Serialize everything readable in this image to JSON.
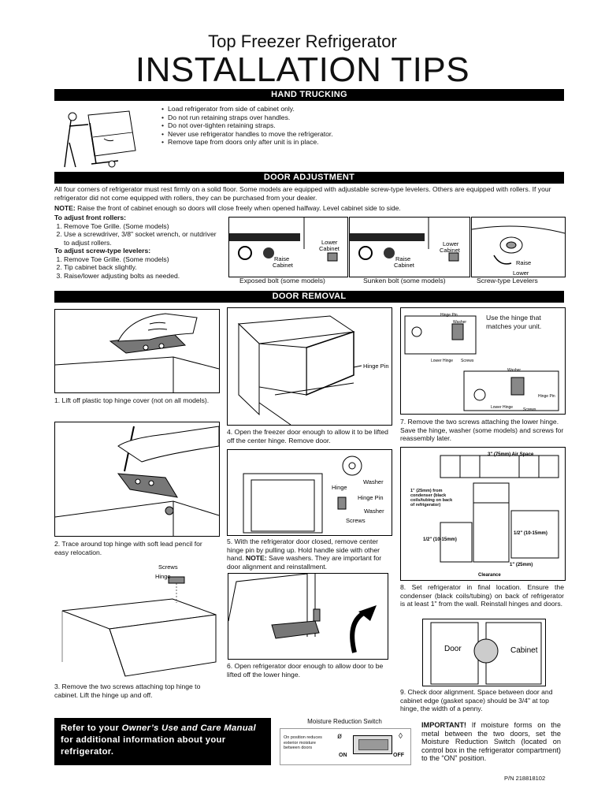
{
  "header": {
    "subtitle": "Top Freezer Refrigerator",
    "title": "INSTALLATION TIPS"
  },
  "sections": {
    "hand_trucking": "HAND TRUCKING",
    "door_adjustment": "DOOR ADJUSTMENT",
    "door_removal": "DOOR REMOVAL"
  },
  "hand_trucking": {
    "bullets": [
      "Load refrigerator from side of cabinet only.",
      "Do not run retaining straps over handles.",
      "Do not over-tighten retaining straps.",
      "Never use refrigerator handles to move the refrigerator.",
      "Remove tape from doors only after unit is in place."
    ]
  },
  "door_adjustment": {
    "intro": "All four corners of refrigerator must rest firmly on a solid floor. Some models are equipped with adjustable screw-type levelers. Others are equipped with rollers. If your refrigerator did not come equipped with rollers, they can be purchased from your dealer.",
    "note_label": "NOTE:",
    "note_text": " Raise the front of cabinet enough so doors will close freely when opened halfway. Level cabinet side to side.",
    "rollers_heading": "To adjust front rollers:",
    "rollers_steps": [
      "Remove Toe Grille. (Some models)",
      "Use a screwdriver, 3/8\" socket wrench, or nutdriver to adjust rollers."
    ],
    "levelers_heading": "To adjust screw-type levelers:",
    "levelers_steps": [
      "Remove Toe Grille. (Some models)",
      "Tip cabinet back slightly.",
      "Raise/lower adjusting bolts as needed."
    ],
    "fig_exposed": {
      "caption": "Exposed bolt (some models)",
      "lower": "Lower",
      "cabinet": "Cabinet",
      "raise": "Raise",
      "raise_cabinet": "Cabinet"
    },
    "fig_sunken": {
      "caption": "Sunken bolt (some models)",
      "lower": "Lower",
      "cabinet": "Cabinet",
      "raise": "Raise",
      "raise_cabinet": "Cabinet"
    },
    "fig_screw": {
      "caption": "Screw-type Levelers",
      "raise": "Raise",
      "lower": "Lower"
    }
  },
  "door_removal": {
    "step1": "1. Lift off plastic top hinge cover (not on all models).",
    "step2": "2. Trace around top hinge with soft lead pencil for easy relocation.",
    "step3": "3. Remove the two screws attaching top hinge to cabinet.  Lift the hinge up and off.",
    "step3_labels": {
      "screws": "Screws",
      "hinge": "Hinge"
    },
    "step4": "4. Open the freezer door enough to allow it to be lifted off the center hinge. Remove door.",
    "step4_label": "Hinge Pin",
    "step5_pre": "5. With the refrigerator door closed, remove center hinge pin by pulling up. Hold handle side with other hand. ",
    "step5_note": "NOTE:",
    "step5_post": " Save washers. They are important for door alignment and reinstallment.",
    "step5_labels": {
      "washer": "Washer",
      "hinge": "Hinge",
      "hinge_pin": "Hinge Pin",
      "washer2": "Washer",
      "screws": "Screws"
    },
    "step6": "6. Open refrigerator door enough to allow door to be lifted off the lower hinge.",
    "step7_note": "Use the hinge that matches your unit.",
    "step7_labels": {
      "hinge_pin": "Hinge Pin",
      "washer": "Washer",
      "lower_hinge": "Lower Hinge",
      "screws": "Screws",
      "washer2": "Washer",
      "hinge_pin2": "Hinge Pin",
      "lower_hinge2": "Lower Hinge",
      "screws2": "Screws"
    },
    "step7": "7. Remove the two screws attaching the lower hinge. Save the hinge, washer (some models) and screws for reassembly later.",
    "step8_labels": {
      "air_space": "3\" (75mm) Air Space",
      "condenser": "1\" (25mm) from condenser (black coils/tubing on back of refrigerator)",
      "half_left": "1/2\" (10-15mm)",
      "half_right": "1/2\" (10-15mm)",
      "one_inch": "1\" (25mm)",
      "clearance": "Clearance"
    },
    "step8": "8. Set refrigerator in final location. Ensure the condenser (black coils/tubing) on back of refrigerator is at least 1\" from the wall. Reinstall hinges and doors.",
    "step9_labels": {
      "door": "Door",
      "cabinet": "Cabinet"
    },
    "step9": "9. Check door alignment. Space between door and cabinet edge (gasket space) should be  3/4\" at top hinge, the width of a penny."
  },
  "footer": {
    "refer_pre": "Refer to your ",
    "refer_em": "Owner’s Use and Care Manual",
    "refer_post": " for additional information about your refrigerator.",
    "moisture_title": "Moisture Reduction  Switch",
    "moisture_note": "On position reduces exterior moisture between doors",
    "on": "ON",
    "off": "OFF",
    "important_label": "IMPORTANT!",
    "important_text": " If moisture forms on the metal between the two doors, set the Moisture Reduction Switch (located on control box in the refrigerator compartment) to the “ON” position.",
    "part_number": "P/N   218818102"
  }
}
